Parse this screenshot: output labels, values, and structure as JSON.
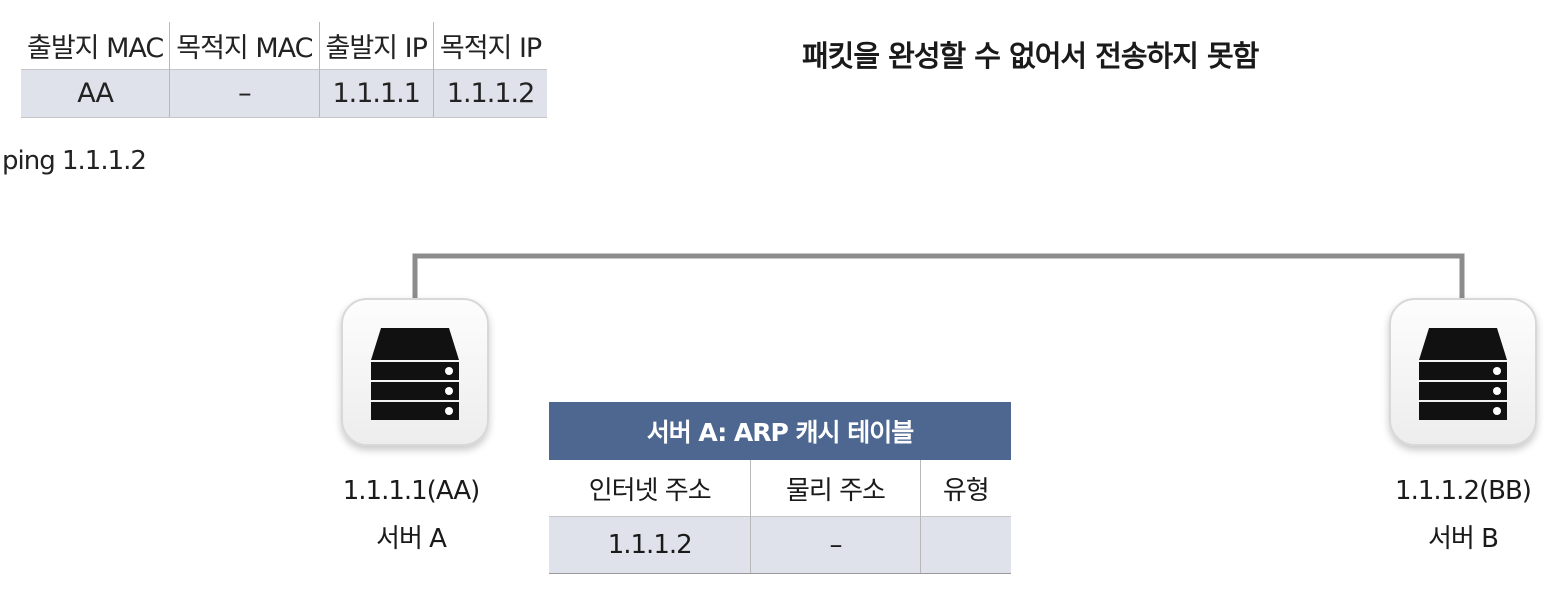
{
  "packet_header": {
    "columns": [
      "출발지 MAC",
      "목적지 MAC",
      "출발지 IP",
      "목적지 IP"
    ],
    "values": [
      "AA",
      "–",
      "1.1.1.1",
      "1.1.1.2"
    ]
  },
  "command": "ping 1.1.1.2",
  "status_message": "패킷을 완성할 수 없어서 전송하지 못함",
  "server_a": {
    "address": "1.1.1.1(AA)",
    "name": "서버 A",
    "icon": "server-icon"
  },
  "server_b": {
    "address": "1.1.1.2(BB)",
    "name": "서버 B",
    "icon": "server-icon"
  },
  "arp_cache": {
    "title": "서버 A: ARP 캐시 테이블",
    "columns": [
      "인터넷 주소",
      "물리 주소",
      "유형"
    ],
    "rows": [
      [
        "1.1.1.2",
        "–",
        ""
      ]
    ]
  },
  "colors": {
    "table_header_bg": "#4d6791",
    "table_value_bg": "#dfe2ea",
    "wire": "#8c8c8c"
  }
}
